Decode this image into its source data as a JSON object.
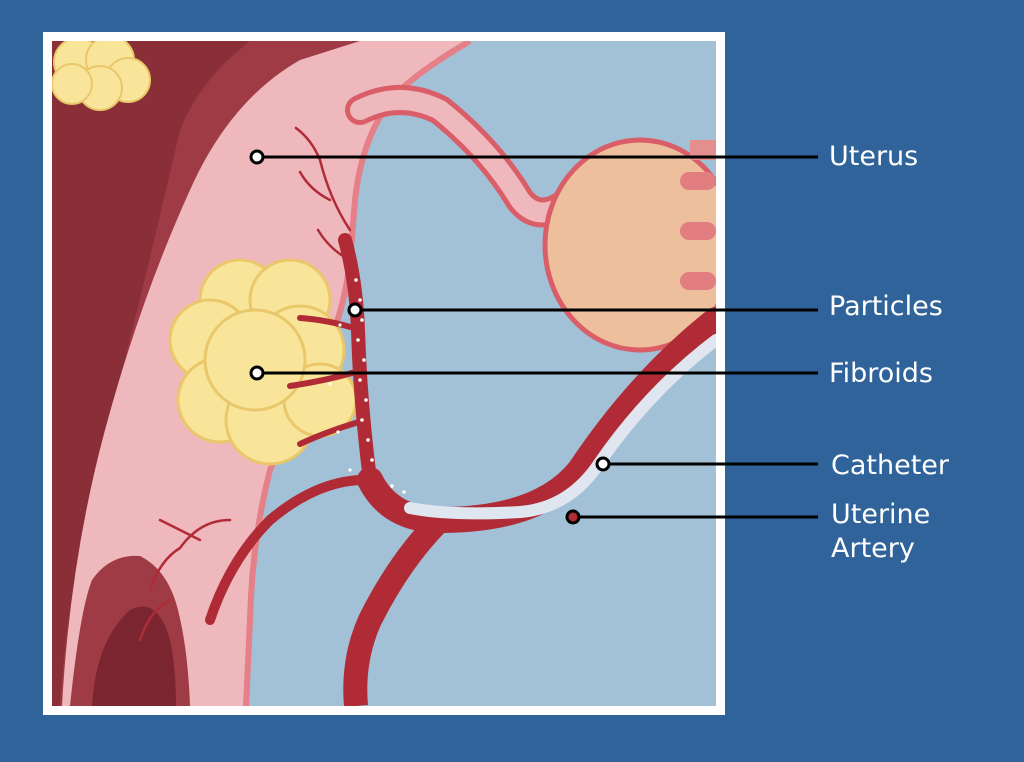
{
  "labels": {
    "uterus": "Uterus",
    "particles": "Particles",
    "fibroids": "Fibroids",
    "catheter": "Catheter",
    "uterine_artery_line1": "Uterine",
    "uterine_artery_line2": "Artery"
  },
  "colors": {
    "page_background": "#2f6399",
    "panel_border": "#ffffff",
    "panel_background": "#a2c0d6",
    "uterine_wall": "#9e3b45",
    "uterus_tissue": "#efb8bc",
    "fibroid": "#f8e59a",
    "artery": "#b02b35",
    "catheter": "#dfe6ef",
    "ovary": "#edbf9c"
  }
}
